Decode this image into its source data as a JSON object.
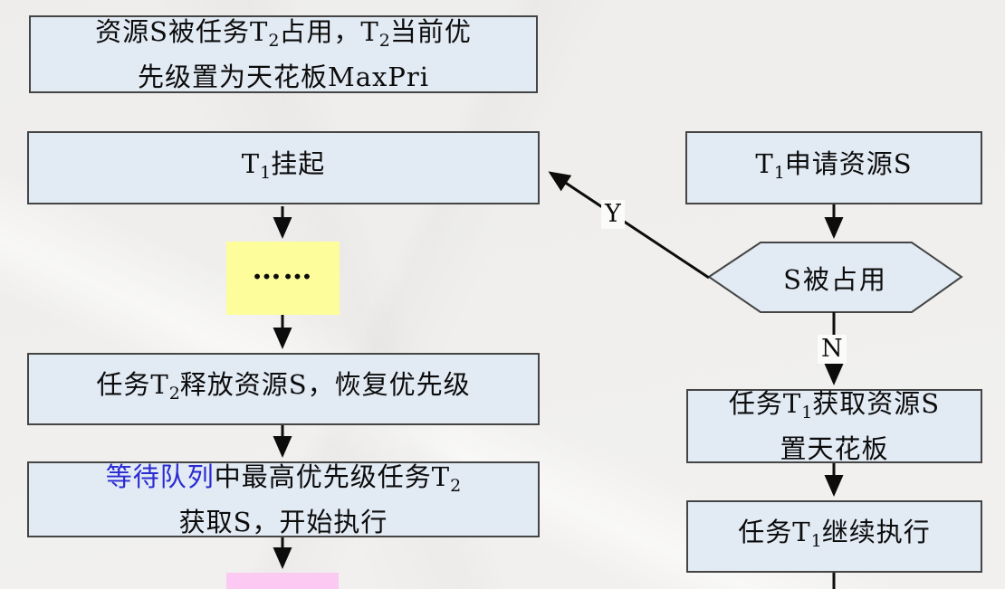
{
  "nodes": {
    "note": {
      "l1a": "资源S被任务T",
      "l1s1": "2",
      "l1b": "占用，T",
      "l1s2": "2",
      "l1c": "当前优",
      "l2": "先级置为天花板MaxPri"
    },
    "t1_suspend": {
      "a": "T",
      "sub": "1",
      "b": "挂起"
    },
    "ellipsis": {
      "text": "……"
    },
    "t2_release": {
      "a": "任务T",
      "sub": "2",
      "b": "释放资源S，恢复优先级"
    },
    "wait_queue": {
      "hl": "等待队列",
      "l1a": "中最高优先级任务T",
      "l1sub": "2",
      "l2": "获取S，开始执行"
    },
    "t1_request": {
      "a": "T",
      "sub": "1",
      "b": "申请资源S"
    },
    "s_occupied": {
      "text": "S被占用"
    },
    "t1_acquire": {
      "l1a": "任务T",
      "l1sub": "1",
      "l1b": "获取资源S",
      "l2": "置天花板"
    },
    "t1_continue": {
      "a": "任务T",
      "sub": "1",
      "b": "继续执行"
    }
  },
  "branch_labels": {
    "yes": "Y",
    "no": "N"
  },
  "colors": {
    "node_fill": "#e2eaf4",
    "node_border": "#454545",
    "highlight_yellow": "#fdfd9c",
    "highlight_pink": "#fcc9f2",
    "keyword_blue": "#2a2ad2",
    "background": "#f1f0ee",
    "connector": "#0c0c0c"
  }
}
